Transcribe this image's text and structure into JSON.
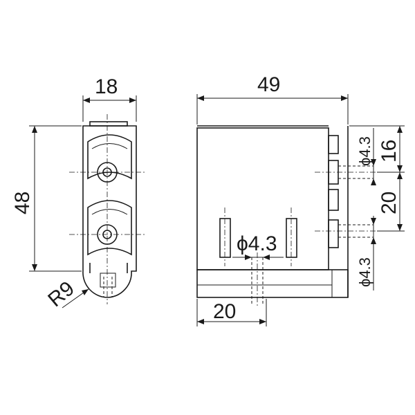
{
  "drawing": {
    "left_view": {
      "width_dim": "18",
      "height_dim": "48",
      "radius_dim": "R9"
    },
    "right_view": {
      "width_dim": "49",
      "bottom_dim": "20",
      "hole_dim_center": "ϕ4.3",
      "hole_dim_right_top": "ϕ4.3",
      "hole_dim_right_bottom": "ϕ4.3",
      "top_offset_dim": "16",
      "spacing_dim": "20"
    }
  }
}
